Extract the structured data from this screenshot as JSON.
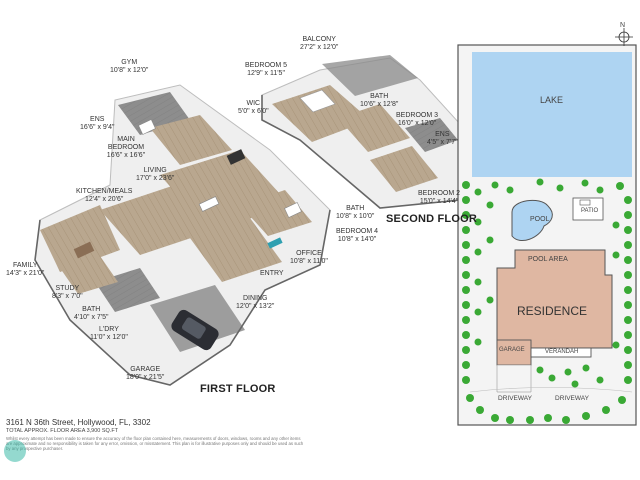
{
  "floors": {
    "first": "FIRST FLOOR",
    "second": "SECOND FLOOR"
  },
  "rooms": {
    "balcony": {
      "name": "BALCONY",
      "dim": "27'2\" x 12'0\""
    },
    "gym": {
      "name": "GYM",
      "dim": "10'8\" x 12'0\""
    },
    "bedroom5": {
      "name": "BEDROOM 5",
      "dim": "12'9\" x 11'5\""
    },
    "wic": {
      "name": "WIC",
      "dim": "5'0\" x 6'0\""
    },
    "bath2": {
      "name": "BATH",
      "dim": "10'6\" x 12'8\""
    },
    "ens1": {
      "name": "ENS",
      "dim": "16'6\" x 9'4\""
    },
    "bedroom3": {
      "name": "BEDROOM 3",
      "dim": "16'0\" x 12'0\""
    },
    "main_bedroom": {
      "name": "MAIN BEDROOM",
      "dim": "16'6\" x 16'6\""
    },
    "ens2": {
      "name": "ENS",
      "dim": "4'5\" x 7'7\""
    },
    "living": {
      "name": "LIVING",
      "dim": "17'0\" x 23'6\""
    },
    "kitchen": {
      "name": "KITCHEN/MEALS",
      "dim": "12'4\" x 20'6\""
    },
    "bedroom2": {
      "name": "BEDROOM 2",
      "dim": "15'0\" x 14'4\""
    },
    "bath1": {
      "name": "BATH",
      "dim": "10'8\" x 10'0\""
    },
    "bedroom4": {
      "name": "BEDROOM 4",
      "dim": "10'8\" x 14'0\""
    },
    "family": {
      "name": "FAMILY",
      "dim": "14'3\" x 21'0\""
    },
    "office": {
      "name": "OFFICE",
      "dim": "10'8\" x 11'0\""
    },
    "entry": {
      "name": "ENTRY",
      "dim": ""
    },
    "study": {
      "name": "STUDY",
      "dim": "8'3\" x 7'0\""
    },
    "bath3": {
      "name": "BATH",
      "dim": "4'10\" x 7'5\""
    },
    "dining": {
      "name": "DINING",
      "dim": "12'0\" x 13'2\""
    },
    "ldry": {
      "name": "L'DRY",
      "dim": "11'0\" x 12'0\""
    },
    "garage": {
      "name": "GARAGE",
      "dim": "18'0\" x 21'5\""
    }
  },
  "site": {
    "compass": "N",
    "lake": "LAKE",
    "pool": "POOL",
    "patio": "PATIO",
    "pool_area": "POOL AREA",
    "residence": "RESIDENCE",
    "garage": "GARAGE",
    "verandah": "VERANDAH",
    "driveway_left": "DRIVEWAY",
    "driveway_right": "DRIVEWAY"
  },
  "footer": {
    "address": "3161 N 36th Street, Hollywood, FL, 3302",
    "area": "TOTAL APPROX. FLOOR AREA 3,900 SQ.FT",
    "disclaimer": "Whilst every attempt has been made to ensure the accuracy of the floor plan contained here, measurements of doors, windows, rooms and any other items are approximate and no responsibility is taken for any error, omission, or misstatement. This plan is for illustrative purposes only and should be used as such by any prospective purchaser."
  },
  "colors": {
    "lake": "#aed4f2",
    "residence": "#dfb7a2",
    "trees": "#3aa935",
    "lawn": "#f4f4f4",
    "floor_wood": "#b8a58c",
    "walls": "#eeeeee"
  }
}
